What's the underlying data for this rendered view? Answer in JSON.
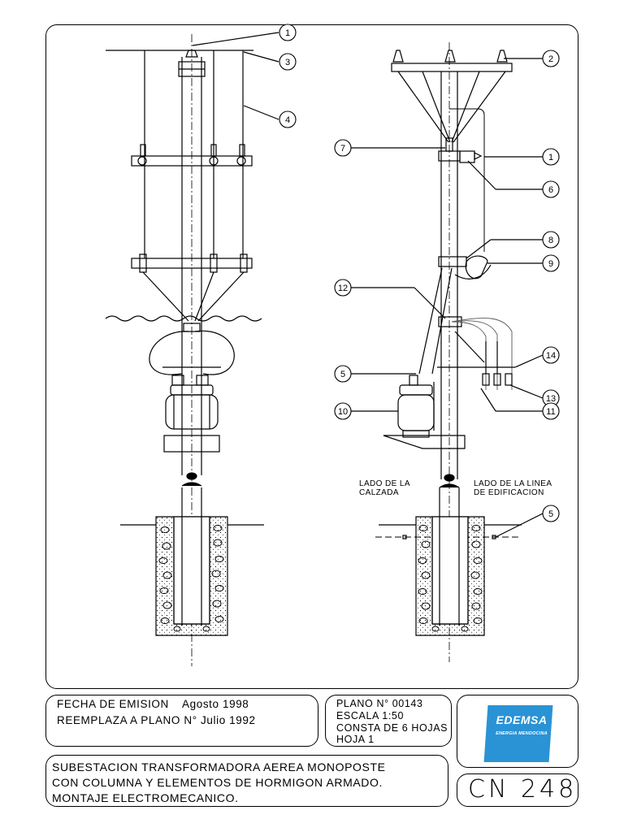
{
  "callouts": [
    "1",
    "2",
    "3",
    "4",
    "5",
    "6",
    "7",
    "8",
    "9",
    "10",
    "11",
    "12",
    "13",
    "14"
  ],
  "left_callouts": [
    "1",
    "3",
    "4"
  ],
  "right_callouts": [
    "2",
    "7",
    "1",
    "6",
    "8",
    "9",
    "12",
    "5",
    "14",
    "10",
    "13",
    "11",
    "5"
  ],
  "side_labels": {
    "calzada_line1": "LADO DE LA",
    "calzada_line2": "CALZADA",
    "edificacion_line1": "LADO DE LA LINEA",
    "edificacion_line2": "DE EDIFICACION"
  },
  "title_block": {
    "fecha_label": "FECHA DE EMISION",
    "fecha_value": "Agosto 1998",
    "reemplaza": "REEMPLAZA A PLANO N° Julio 1992",
    "plano": "PLANO N° 00143",
    "escala": "ESCALA 1:50",
    "consta": "CONSTA DE 6 HOJAS",
    "hoja": "HOJA 1",
    "title_line1": "SUBESTACION TRANSFORMADORA AEREA MONOPOSTE",
    "title_line2": "CON COLUMNA Y ELEMENTOS DE HORMIGON ARMADO.",
    "title_line3": "MONTAJE ELECTROMECANICO.",
    "code": "CN 248"
  },
  "logo": {
    "name": "EDEMSA",
    "tagline": "ENERGIA MENDOCINA",
    "color": "#2a93d5"
  }
}
